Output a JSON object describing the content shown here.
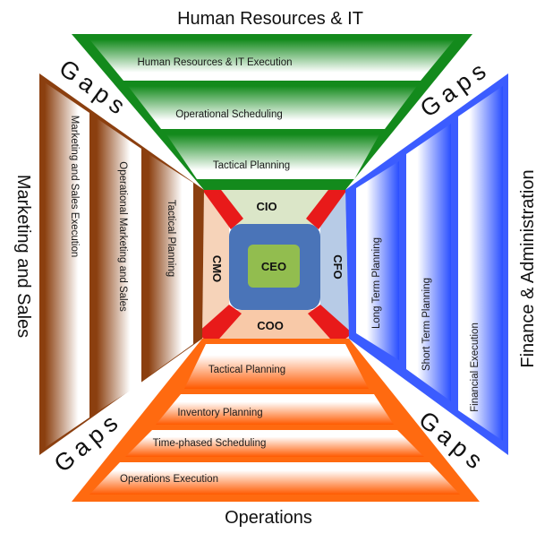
{
  "titles": {
    "top": "Human Resources & IT",
    "bottom": "Operations",
    "left": "Marketing and Sales",
    "right": "Finance & Administration"
  },
  "gaps_label": "Gaps",
  "top_levels": [
    "Human Resources & IT Execution",
    "Operational Scheduling",
    "Tactical Planning"
  ],
  "bottom_levels": [
    "Tactical Planning",
    "Inventory Planning",
    "Time-phased Scheduling",
    "Operations Execution"
  ],
  "left_levels": [
    "Marketing and Sales Execution",
    "Operational Marketing and Sales",
    "Tactical Planning"
  ],
  "right_levels": [
    "Long Term Planning",
    "Short Term Planning",
    "Financial Execution"
  ],
  "center": {
    "ceo": "CEO",
    "cio": "CIO",
    "cmo": "CMO",
    "cfo": "CFO",
    "coo": "COO"
  },
  "colors": {
    "hr_it": "#138a1c",
    "operations": "#ff6a10",
    "marketing": "#8b3f0f",
    "finance": "#3b5cff",
    "connector": "#e81a1a",
    "ceo_outer": "#4a74b8",
    "ceo_inner": "#92bd4f",
    "cio_band": "#dbe6c8",
    "cmo_band": "#f6d3b9",
    "cfo_band": "#b7cbe6",
    "coo_band": "#f8c9a8"
  }
}
